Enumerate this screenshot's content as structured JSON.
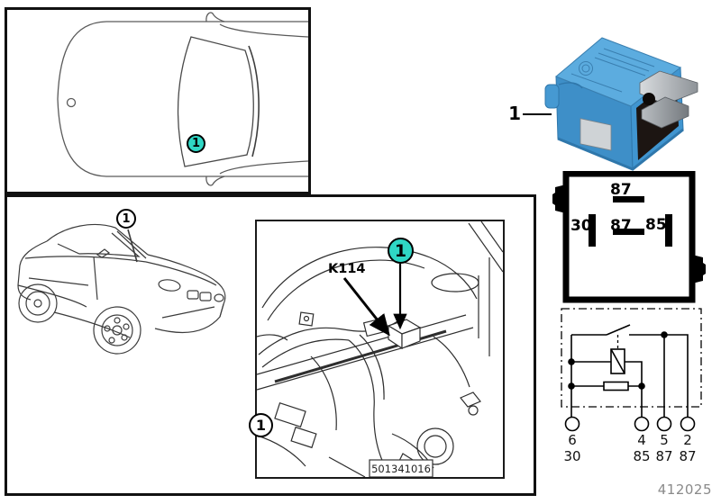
{
  "footer": {
    "doc_number": "412025"
  },
  "colors": {
    "marker_teal": "#2fd7c5",
    "relay_blue_top": "#5cacdf",
    "relay_blue_side": "#3e8fc8",
    "relay_socket_dark": "#1c1512",
    "line_black": "#1a1a1a"
  },
  "hood_panel": {
    "marker_label": "1"
  },
  "location_panel": {
    "car_callout_label": "1",
    "detail": {
      "corner_callout_label": "1",
      "component_code": "K114",
      "marker_label": "1",
      "image_number": "501341016"
    }
  },
  "relay": {
    "item_label": "1"
  },
  "pin_diagram": {
    "top_pin": "87",
    "left_pin": "30",
    "center_pin": "87",
    "right_pin": "85"
  },
  "schematic": {
    "terminals": [
      {
        "pin": "6",
        "name": "30"
      },
      {
        "pin": "4",
        "name": "85"
      },
      {
        "pin": "5",
        "name": "87"
      },
      {
        "pin": "2",
        "name": "87"
      }
    ]
  }
}
